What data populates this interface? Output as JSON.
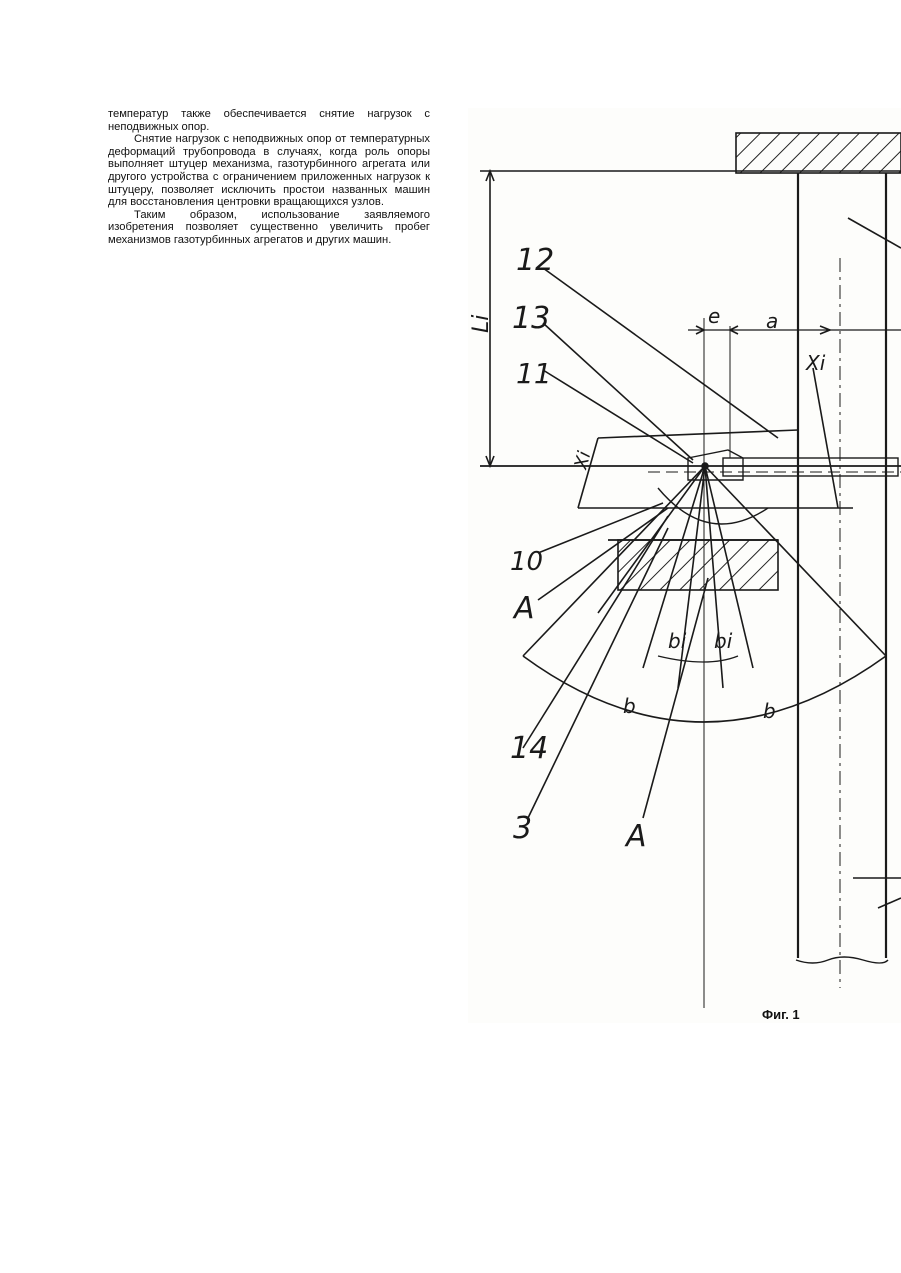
{
  "document": {
    "paragraphs": [
      "температур также обеспечивается снятие нагрузок с неподвижных опор.",
      "Снятие нагрузок с неподвижных опор от температурных деформаций трубопровода в случаях, когда роль опоры выполняет штуцер механизма, газотурбинного агрегата или другого устройства с ограничением приложенных нагрузок к штуцеру, позволяет исключить простои названных машин для восстановления центровки вращающихся узлов.",
      "Таким образом, использование заявляемого изобретения позволяет существенно увеличить пробег механизмов газотурбинных агрегатов и других машин."
    ]
  },
  "figure": {
    "caption": "Фиг. 1",
    "labels": {
      "n12": "12",
      "n13": "13",
      "n11": "11",
      "n10": "10",
      "n14": "14",
      "n3": "3",
      "a_left": "A",
      "a_bottom": "A",
      "dim_li": "Li",
      "dim_e": "e",
      "dim_a": "a",
      "dim_xi_right": "Xi",
      "dim_xi_left": "Xi",
      "dim_bi_left": "bi",
      "dim_bi_right": "bi",
      "dim_b_left": "b",
      "dim_b_right": "b"
    }
  }
}
